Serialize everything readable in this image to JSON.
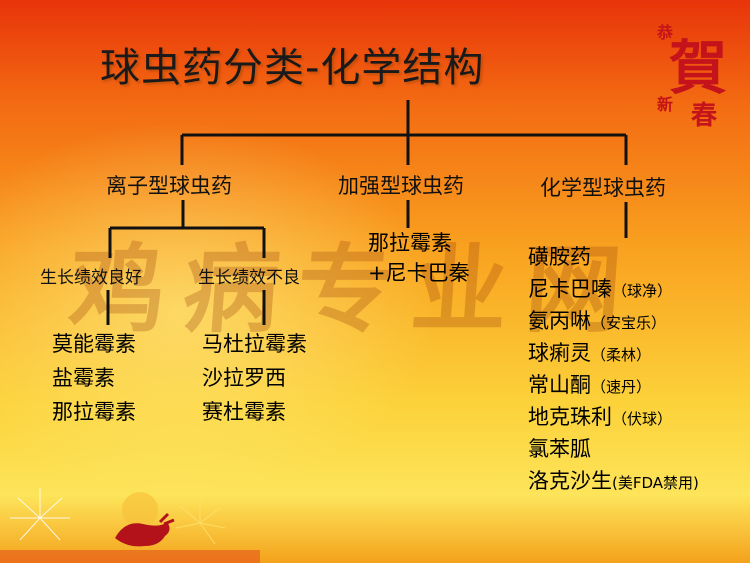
{
  "title": "球虫药分类-化学结构",
  "watermark": "鸡病专业网",
  "greeting": {
    "small1": "恭",
    "big": "賀",
    "small2": "新",
    "small3": "春"
  },
  "categories": {
    "ionic": "离子型球虫药",
    "enhanced": "加强型球虫药",
    "chemical": "化学型球虫药"
  },
  "ionic_groups": {
    "good": "生长绩效良好",
    "poor": "生长绩效不良"
  },
  "good_drugs": [
    "莫能霉素",
    "盐霉素",
    "那拉霉素"
  ],
  "poor_drugs": [
    "马杜拉霉素",
    "沙拉罗西",
    "赛杜霉素"
  ],
  "enhanced_drugs": [
    "那拉霉素",
    "+尼卡巴秦"
  ],
  "chemical_drugs": [
    {
      "name": "磺胺药",
      "note": ""
    },
    {
      "name": "尼卡巴嗪",
      "note": "（球净）"
    },
    {
      "name": "氨丙啉",
      "note": "（安宝乐）"
    },
    {
      "name": "球痢灵",
      "note": "（柔林）"
    },
    {
      "name": "常山酮",
      "note": "（速丹）"
    },
    {
      "name": "地克珠利",
      "note": "（伏球）"
    },
    {
      "name": "氯苯胍",
      "note": ""
    },
    {
      "name": "洛克沙生",
      "note": "(美FDA禁用)"
    }
  ]
}
